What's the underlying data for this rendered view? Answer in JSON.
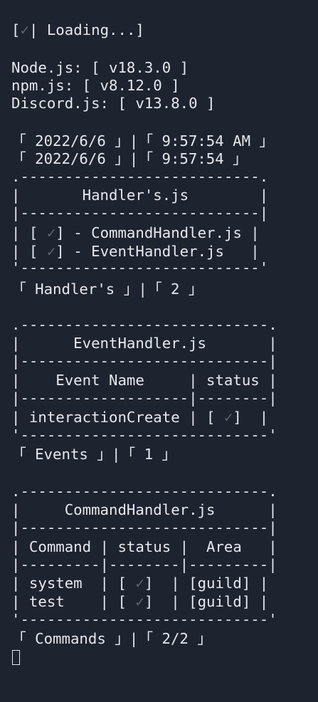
{
  "loading": {
    "open": "[",
    "check": "✓",
    "text": "| Loading...]"
  },
  "versions": [
    "Node.js: [ v18.3.0 ]",
    "npm.js: [ v8.12.0 ]",
    "Discord.js: [ v13.8.0 ]"
  ],
  "datetime": [
    "「 2022/6/6 」|「 9:57:54 AM 」",
    "「 2022/6/6 」|「 9:57:54 」"
  ],
  "handlers_table": {
    "top": ".---------------------------.",
    "title": "|       Handler's.js        |",
    "sep": "|---------------------------|",
    "rows": [
      {
        "pre": "| [ ",
        "check": "✓",
        "post": "] - CommandHandler.js |"
      },
      {
        "pre": "| [ ",
        "check": "✓",
        "post": "] - EventHandler.js   |"
      }
    ],
    "bottom": "'---------------------------'"
  },
  "handlers_summary": "「 Handler's 」|「 2 」",
  "events_table": {
    "top": ".----------------------------.",
    "title": "|      EventHandler.js       |",
    "sep": "|----------------------------|",
    "header": "|    Event Name     | status |",
    "sep2": "|-------------------|--------|",
    "row": {
      "pre": "| interactionCreate | [ ",
      "check": "✓",
      "post": "]  |"
    },
    "bottom": "'----------------------------'"
  },
  "events_summary": "「 Events 」|「 1 」",
  "commands_table": {
    "top": ".----------------------------.",
    "title": "|     CommandHandler.js      |",
    "sep": "|----------------------------|",
    "header": "| Command | status |  Area   |",
    "sep2": "|---------|--------|---------|",
    "rows": [
      {
        "pre": "| system  | [ ",
        "check": "✓",
        "post": "]  | [guild] |"
      },
      {
        "pre": "| test    | [ ",
        "check": "✓",
        "post": "]  | [guild] |"
      }
    ],
    "bottom": "'----------------------------'"
  },
  "commands_summary": "「 Commands 」|「 2/2 」",
  "colors": {
    "background": "#1e2330",
    "text": "#e6e8ee",
    "check": "#5f636d"
  }
}
